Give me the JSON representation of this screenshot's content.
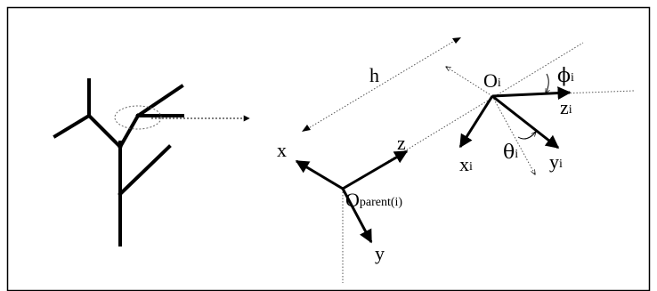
{
  "colors": {
    "ink": "#000000",
    "background": "#ffffff",
    "guide": "#555555"
  },
  "labels": {
    "h": "h",
    "o_i": {
      "main": "O",
      "sub": "i"
    },
    "phi_i": {
      "main": "ϕ",
      "sub": "i"
    },
    "z_i": {
      "main": "z",
      "sub": "i"
    },
    "theta_i": {
      "main": "θ",
      "sub": "i"
    },
    "x_i": {
      "main": "x",
      "sub": "i"
    },
    "y_i": {
      "main": "y",
      "sub": "i"
    },
    "x": "x",
    "z": "z",
    "y": "y",
    "o_parent": {
      "main": "O",
      "sub": "parent(i)"
    }
  }
}
